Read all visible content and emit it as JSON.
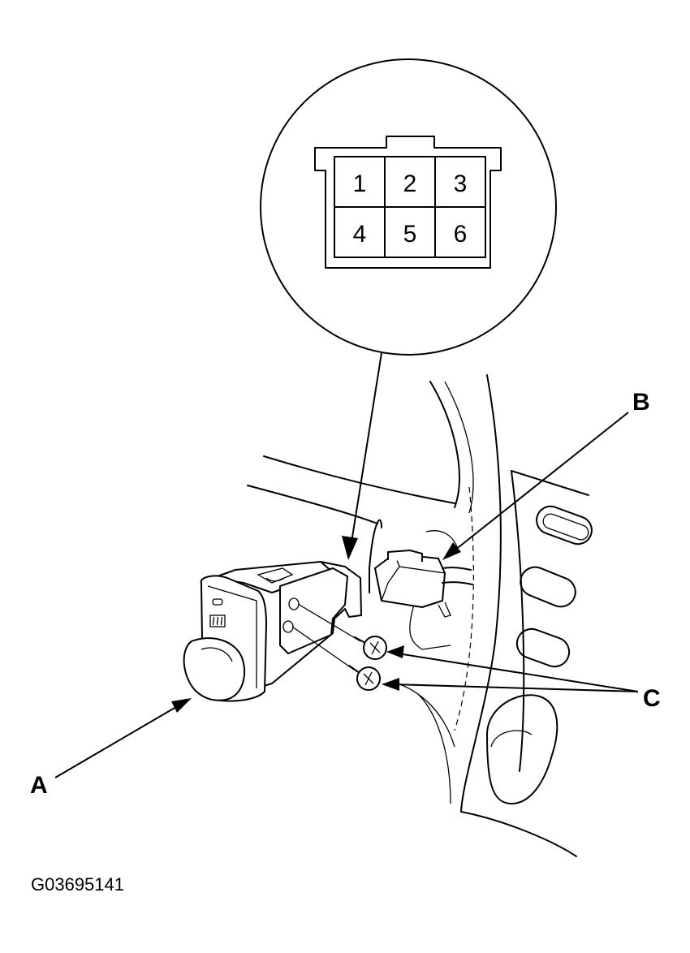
{
  "connector": {
    "pins": [
      "1",
      "2",
      "3",
      "4",
      "5",
      "6"
    ]
  },
  "callouts": {
    "a": "A",
    "b": "B",
    "c": "C"
  },
  "figure_code": "G03695141",
  "icons": {
    "component_a": "switch-icon",
    "component_b": "connector-plug-icon",
    "component_c": "screw-icon"
  }
}
